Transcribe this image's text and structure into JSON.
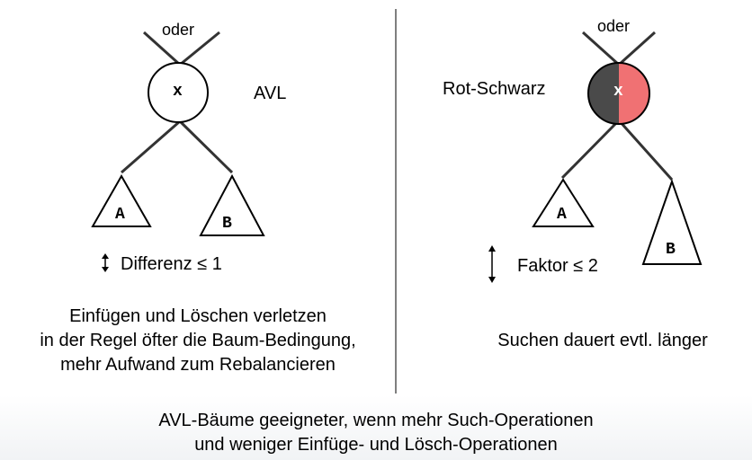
{
  "left": {
    "top_label": "oder",
    "node_label": "x",
    "tree_name": "AVL",
    "subtree_a": "A",
    "subtree_b": "B",
    "balance_text": "Differenz ≤ 1",
    "note_lines": [
      "Einfügen und Löschen verletzen",
      "in der Regel öfter die Baum-Bedingung,",
      "mehr Aufwand zum Rebalancieren"
    ]
  },
  "right": {
    "top_label": "oder",
    "node_label": "x",
    "tree_name": "Rot-Schwarz",
    "subtree_a": "A",
    "subtree_b": "B",
    "balance_text": "Faktor ≤ 2",
    "note": "Suchen dauert evtl. länger"
  },
  "conclusion_lines": [
    "AVL-Bäume geeigneter, wenn mehr Such-Operationen",
    "und weniger Einfüge- und Lösch-Operationen"
  ],
  "colors": {
    "node_black": "#4a4a4a",
    "node_red": "#f07173",
    "line": "#333333",
    "divider": "#555555"
  }
}
